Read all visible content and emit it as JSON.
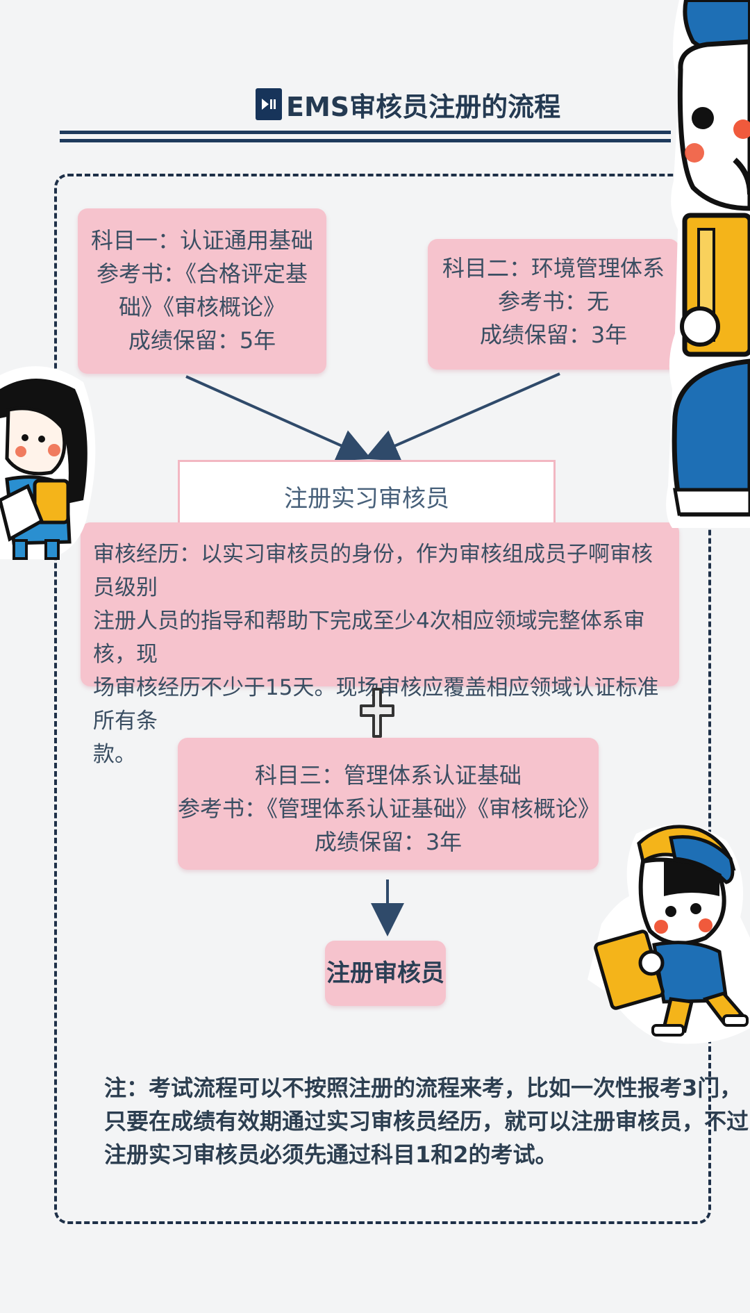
{
  "title": {
    "icon": "play-pause-icon",
    "text": "EMS审核员注册的流程"
  },
  "subject1": {
    "lines": [
      "科目一：认证通用基础",
      "参考书：《合格评定基",
      "础》《审核概论》",
      "成绩保留：5年"
    ]
  },
  "subject2": {
    "lines": [
      "科目二：环境管理体系",
      "参考书：无",
      "成绩保留：3年"
    ]
  },
  "intern": {
    "label": "注册实习审核员"
  },
  "experience": {
    "lines": [
      "审核经历：以实习审核员的身份，作为审核组成员子啊审核员级别",
      "注册人员的指导和帮助下完成至少4次相应领域完整体系审核，现",
      "场审核经历不少于15天。现场审核应覆盖相应领域认证标准所有条",
      "款。"
    ]
  },
  "subject3": {
    "lines": [
      "科目三：管理体系认证基础",
      "参考书：《管理体系认证基础》《审核概论》",
      "成绩保留：3年"
    ]
  },
  "final": {
    "label": "注册审核员"
  },
  "note": {
    "lines": [
      "注：考试流程可以不按照注册的流程来考，比如一次性报考3门，",
      "只要在成绩有效期通过实习审核员经历，就可以注册审核员，不过",
      "注册实习审核员必须先通过科目1和2的考试。"
    ]
  },
  "colors": {
    "box_pink": "#f6c3cd",
    "navy": "#1e3a5c",
    "accent_blue": "#1e6fb5",
    "accent_yellow": "#f4b41a"
  },
  "stickers": [
    "cartoon-boy-blue-hat",
    "cartoon-girl-with-book",
    "cartoon-boy-running-with-folder"
  ]
}
